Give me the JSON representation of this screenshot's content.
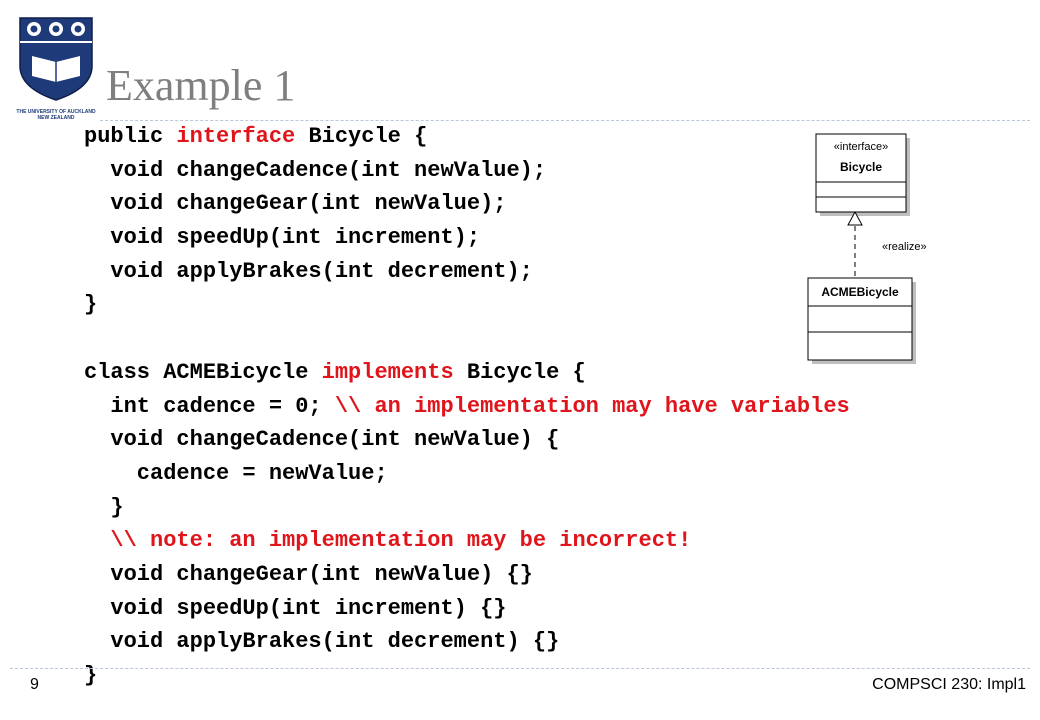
{
  "slide": {
    "title": "Example 1",
    "page_number": "9",
    "footer": "COMPSCI 230: Impl1",
    "logo_text": [
      "THE UNIVERSITY OF AUCKLAND",
      "NEW ZEALAND"
    ]
  },
  "code": {
    "lines": [
      [
        {
          "t": "public "
        },
        {
          "t": "interface",
          "k": "kw"
        },
        {
          "t": " Bicycle {"
        }
      ],
      [
        {
          "t": "  void changeCadence(int newValue);"
        }
      ],
      [
        {
          "t": "  void changeGear(int newValue);"
        }
      ],
      [
        {
          "t": "  void speedUp(int increment);"
        }
      ],
      [
        {
          "t": "  void applyBrakes(int decrement);"
        }
      ],
      [
        {
          "t": "}"
        }
      ],
      [
        {
          "t": ""
        }
      ],
      [
        {
          "t": "class ACMEBicycle "
        },
        {
          "t": "implements",
          "k": "kw"
        },
        {
          "t": " Bicycle {"
        }
      ],
      [
        {
          "t": "  int cadence = 0; "
        },
        {
          "t": "\\\\ an implementation may have variables",
          "k": "cm"
        }
      ],
      [
        {
          "t": "  void changeCadence(int newValue) {"
        }
      ],
      [
        {
          "t": "    cadence = newValue;"
        }
      ],
      [
        {
          "t": "  }"
        }
      ],
      [
        {
          "t": "  "
        },
        {
          "t": "\\\\ note: an implementation may be incorrect!",
          "k": "cm"
        }
      ],
      [
        {
          "t": "  void changeGear(int newValue) {}"
        }
      ],
      [
        {
          "t": "  void speedUp(int increment) {}"
        }
      ],
      [
        {
          "t": "  void applyBrakes(int decrement) {}"
        }
      ],
      [
        {
          "t": "}"
        }
      ]
    ]
  },
  "uml": {
    "interface_stereotype": "«interface»",
    "interface_name": "Bicycle",
    "relation_label": "«realize»",
    "class_name": "ACMEBicycle"
  }
}
